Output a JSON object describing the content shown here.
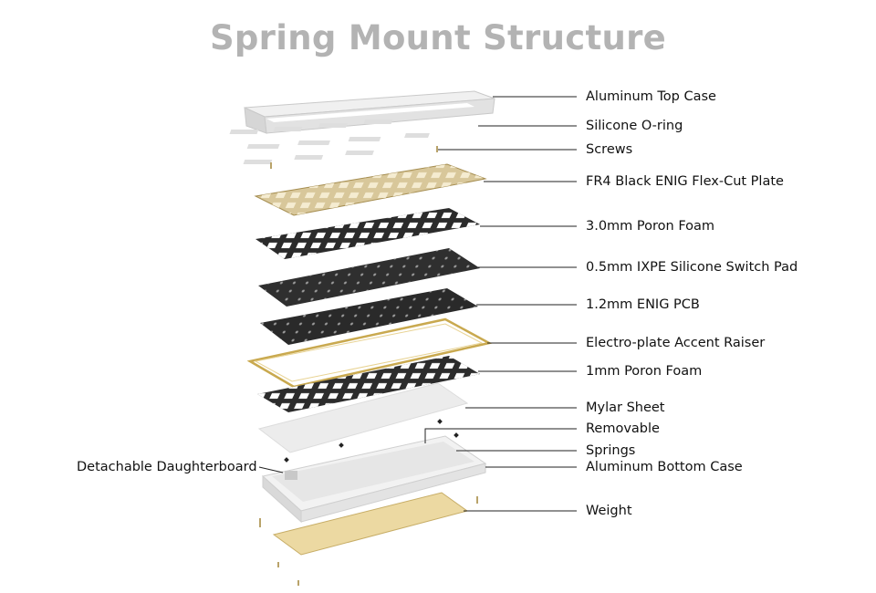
{
  "title": "Spring Mount Structure",
  "colors": {
    "title": "#b3b3b3",
    "case": "#e8e8e8",
    "plate_gold": "#d8c79a",
    "foam": "#2b2b2b",
    "accent_gold": "#c9a94f",
    "weight": "#ecd9a2",
    "line": "#222222"
  },
  "labels": [
    {
      "id": "top-case",
      "text": "Aluminum Top Case"
    },
    {
      "id": "o-ring",
      "text": "Silicone O-ring"
    },
    {
      "id": "screws",
      "text": "Screws"
    },
    {
      "id": "plate",
      "text": "FR4 Black ENIG Flex-Cut Plate"
    },
    {
      "id": "poron-3",
      "text": "3.0mm Poron Foam"
    },
    {
      "id": "switch-pad",
      "text": "0.5mm IXPE Silicone Switch Pad"
    },
    {
      "id": "pcb",
      "text": "1.2mm ENIG PCB"
    },
    {
      "id": "raiser",
      "text": "Electro-plate Accent Raiser"
    },
    {
      "id": "poron-1",
      "text": "1mm Poron Foam"
    },
    {
      "id": "mylar",
      "text": "Mylar Sheet"
    },
    {
      "id": "removable",
      "text": "Removable"
    },
    {
      "id": "springs",
      "text": "Springs"
    },
    {
      "id": "bottom-case",
      "text": "Aluminum Bottom Case"
    },
    {
      "id": "weight",
      "text": "Weight"
    },
    {
      "id": "daughterboard",
      "text": "Detachable Daughterboard"
    }
  ]
}
